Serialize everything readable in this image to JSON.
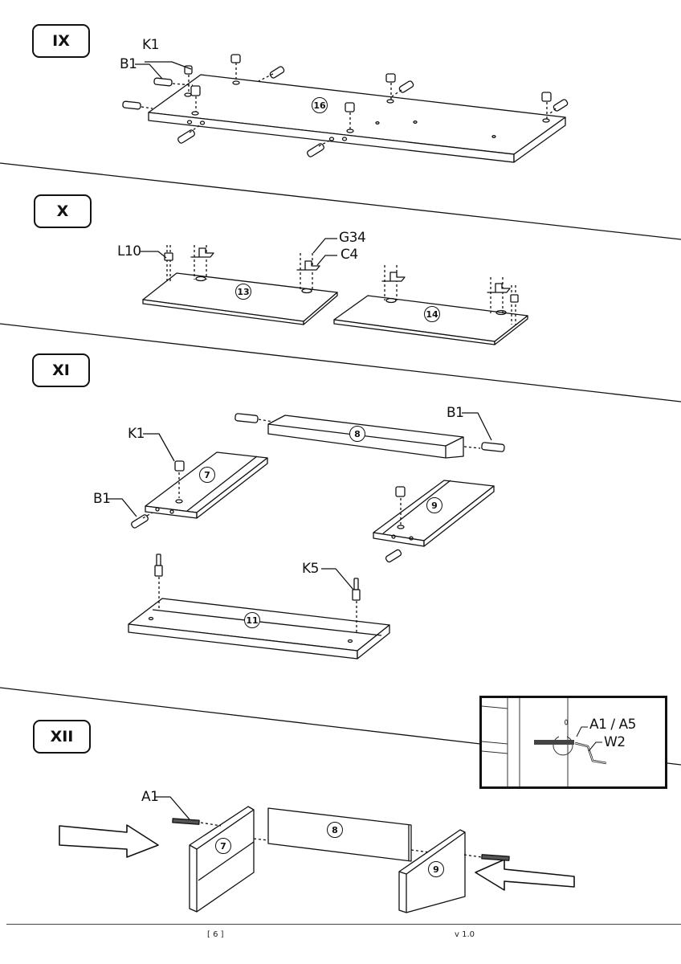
{
  "document": {
    "type": "assembly-instructions",
    "steps": [
      {
        "id": "IX",
        "label": "IX",
        "parts": [
          "16"
        ],
        "hardware": [
          "K1",
          "B1"
        ]
      },
      {
        "id": "X",
        "label": "X",
        "parts": [
          "13",
          "14"
        ],
        "hardware": [
          "L10",
          "G34",
          "C4"
        ]
      },
      {
        "id": "XI",
        "label": "XI",
        "parts": [
          "8",
          "7",
          "9",
          "11"
        ],
        "hardware": [
          "K1",
          "B1",
          "B1",
          "K5"
        ]
      },
      {
        "id": "XII",
        "label": "XII",
        "parts": [
          "7",
          "8",
          "9"
        ],
        "hardware": [
          "A1"
        ],
        "inset": {
          "labels": [
            "A1 / A5",
            "W2"
          ]
        }
      }
    ]
  },
  "labels": {
    "ix_k1": "K1",
    "ix_b1": "B1",
    "x_l10": "L10",
    "x_g34": "G34",
    "x_c4": "C4",
    "xi_k1": "K1",
    "xi_b1_left": "B1",
    "xi_b1_right": "B1",
    "xi_k5": "K5",
    "xii_a1": "A1",
    "inset_a1a5": "A1 / A5",
    "inset_w2": "W2"
  },
  "parts": {
    "p16": "16",
    "p13": "13",
    "p14": "14",
    "p8_xi": "8",
    "p7_xi": "7",
    "p9_xi": "9",
    "p11": "11",
    "p7_xii": "7",
    "p8_xii": "8",
    "p9_xii": "9"
  },
  "footer": {
    "page": "[ 6 ]",
    "version": "v 1.0"
  }
}
